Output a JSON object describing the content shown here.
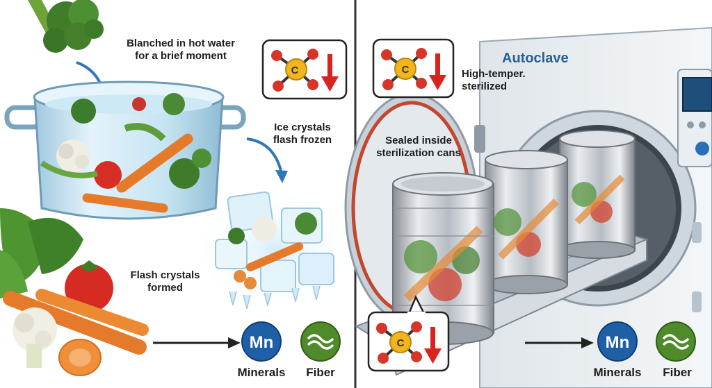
{
  "left_panel": {
    "blanch_label": [
      "Blanched in hot water",
      "for a brief moment"
    ],
    "ice_label": [
      "Ice crystals",
      "flash frozen"
    ],
    "flash_label": [
      "Flash crystals",
      "formed"
    ],
    "mineral_symbol": "Mn",
    "mineral_caption": "Minerals",
    "fiber_caption": "Fiber",
    "vitamin_symbol": "C"
  },
  "right_panel": {
    "autoclave_title": "Autoclave",
    "sterilized_label": [
      "High-temper.",
      "sterilized"
    ],
    "sealed_label": [
      "Sealed inside",
      "sterilization cans"
    ],
    "mineral_symbol": "Mn",
    "mineral_caption": "Minerals",
    "fiber_caption": "Fiber",
    "vitamin_symbol": "C"
  },
  "icons": [
    "vitamin-c-molecule-icon",
    "down-arrow-icon",
    "mineral-mn-icon",
    "fiber-icon",
    "flow-arrow-icon"
  ],
  "colors": {
    "decrease_arrow": "#d8231f",
    "mineral_badge": "#1f5fa6",
    "fiber_badge": "#4f8a2b",
    "vitamin_atom": "#f2b51c",
    "atom_red": "#d8352a",
    "water": "#bfe3f5",
    "divider": "#333333"
  }
}
